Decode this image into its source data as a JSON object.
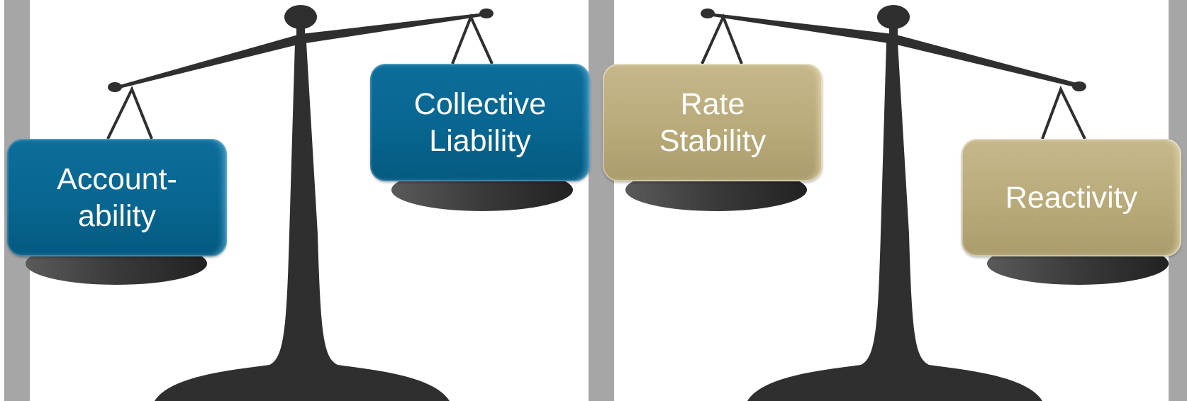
{
  "scales": [
    {
      "name": "left-scale",
      "pans": [
        {
          "label": "Account-\nability",
          "color": "#07679a"
        },
        {
          "label": "Collective\nLiability",
          "color": "#07679a"
        }
      ]
    },
    {
      "name": "right-scale",
      "pans": [
        {
          "label": "Rate\nStability",
          "color": "#b9aa7a"
        },
        {
          "label": "Reactivity",
          "color": "#b9aa7a"
        }
      ]
    }
  ],
  "colors": {
    "scale": "#2f2f2f",
    "divider": "#a6a6a6",
    "accountability_blue": "#07679a",
    "stability_tan": "#b9aa7a"
  }
}
